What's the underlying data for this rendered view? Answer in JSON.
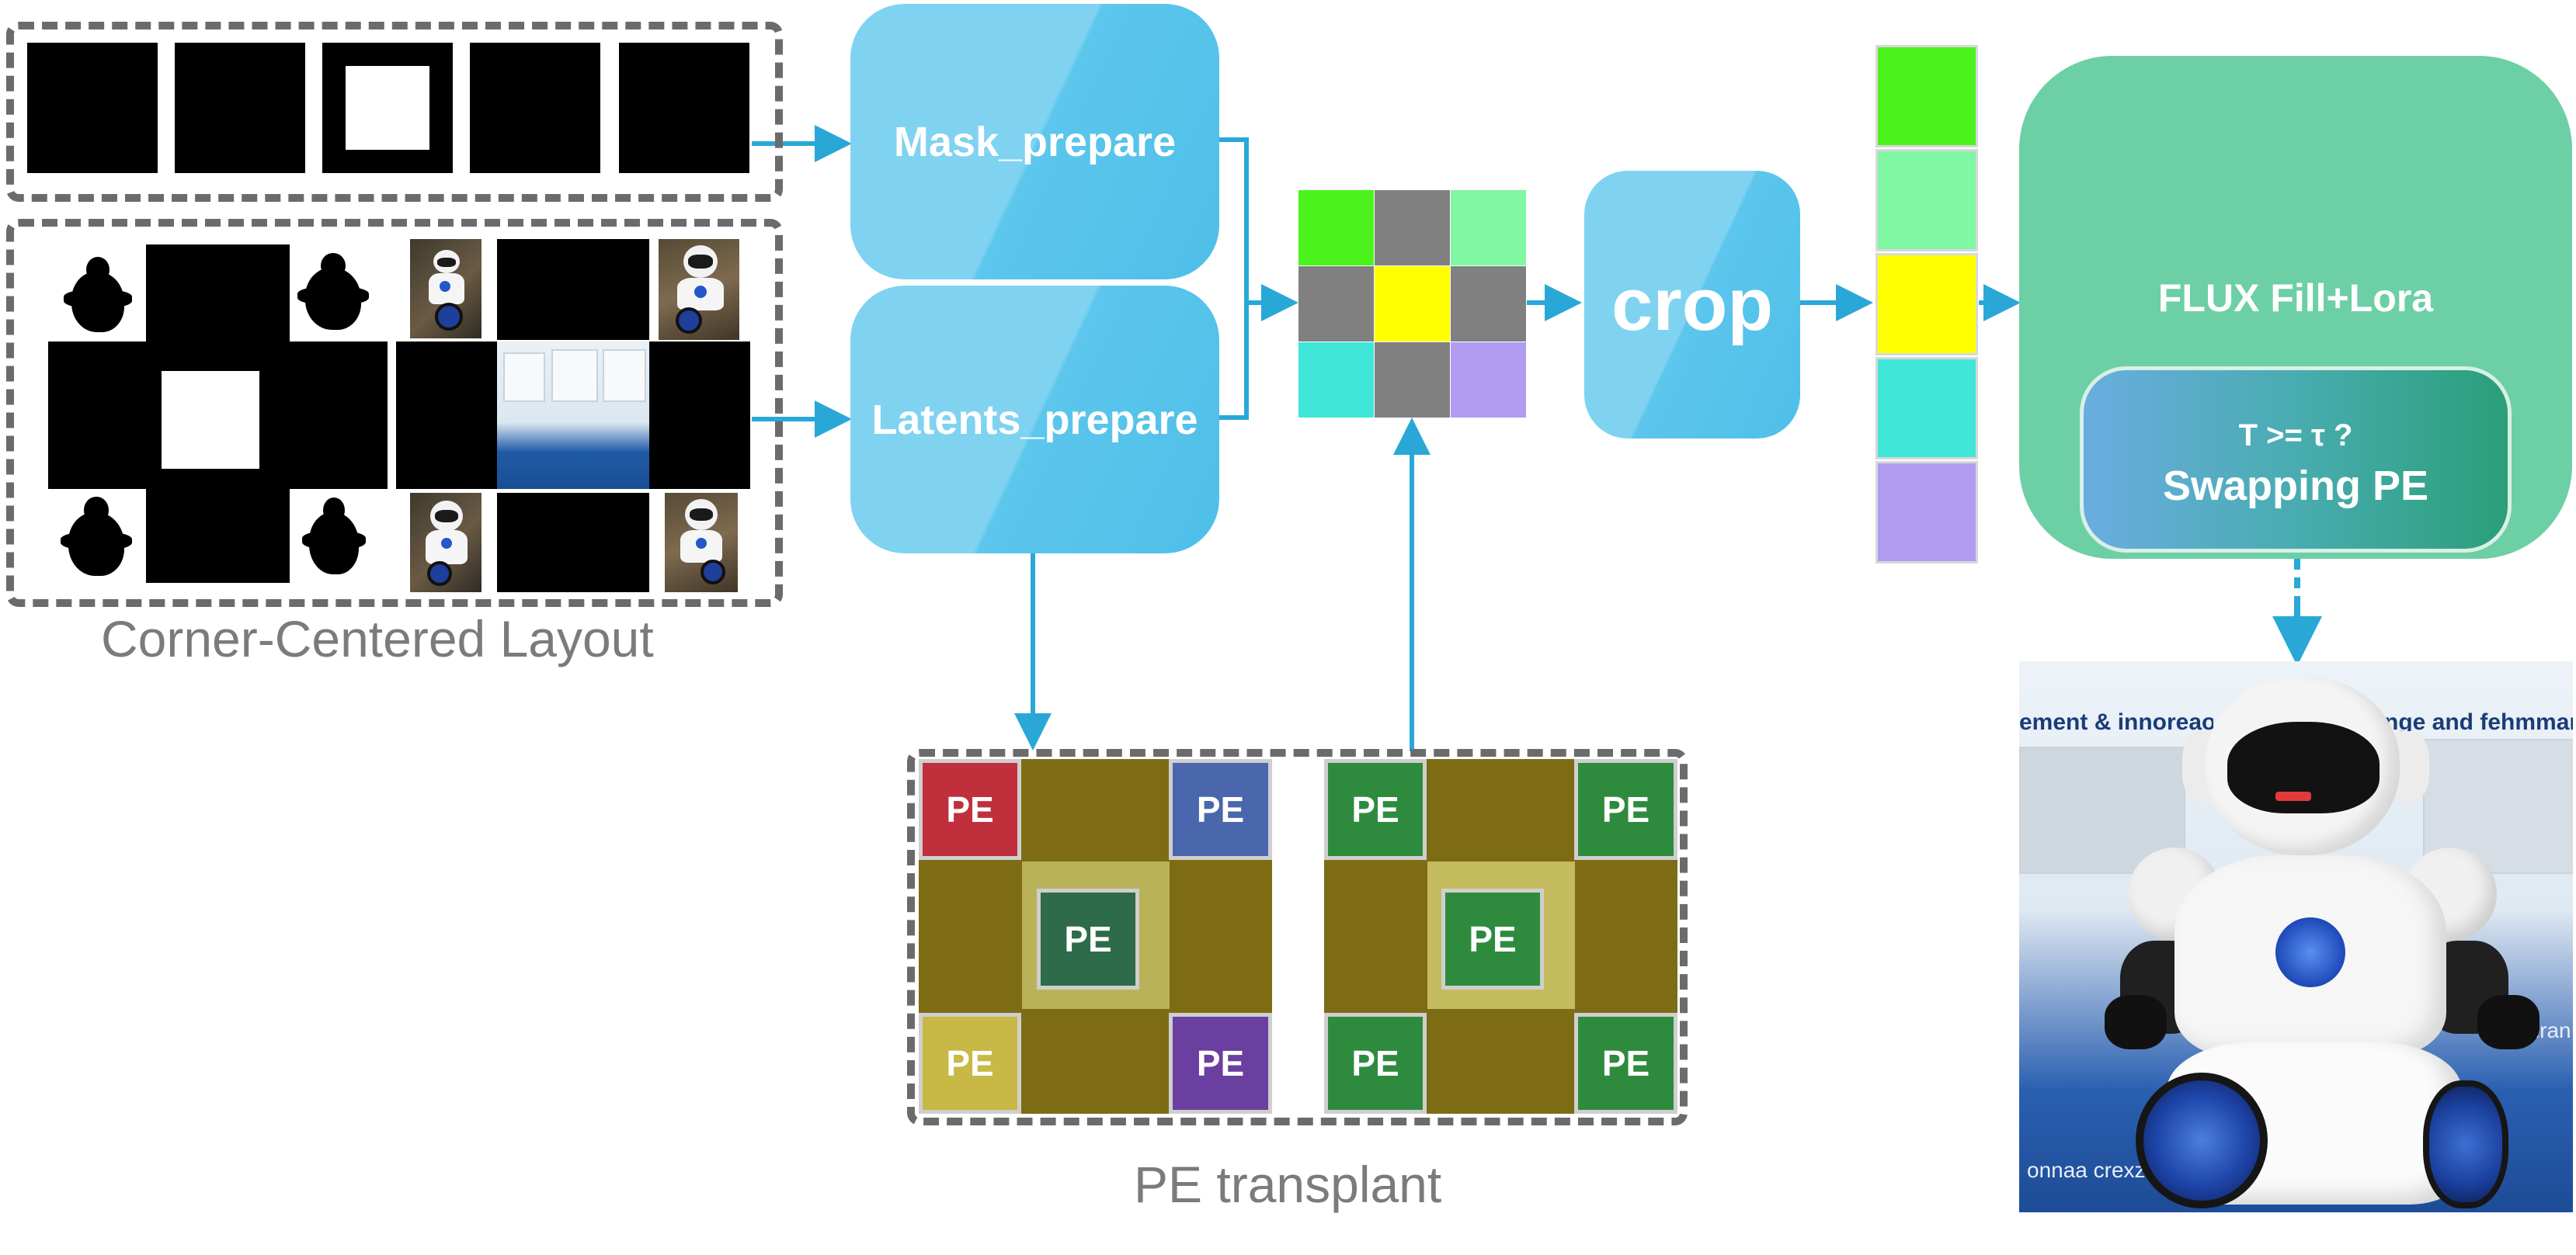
{
  "layout_caption": "Corner-Centered Layout",
  "pe_caption": "PE transplant",
  "mask_prepare_label": "Mask_prepare",
  "latents_prepare_label": "Latents_prepare",
  "crop_label": "crop",
  "flux_label": "FLUX Fill+Lora",
  "swap_condition": "T >= τ ?",
  "swap_label": "Swapping PE",
  "pe_label": "PE",
  "result_banner_left": "ement & innoreaone",
  "result_banner_right": "nge and fehmmanite § M",
  "result_footer_left": "onnaa crexz",
  "result_footer_right": "conran",
  "colors": {
    "process_box": "#6ecdf0",
    "arrow": "#29a8d8",
    "flux_box": "#6dcfa5",
    "green": "#4cf21c",
    "light_green": "#7ff7a3",
    "yellow": "#ffff00",
    "cyan": "#40e6d8",
    "purple": "#b19cf2",
    "gray": "#808080",
    "olive": "#7d6c13",
    "pe_green": "#2e8b3e",
    "pe_red": "#c0303c",
    "pe_blue": "#4a66ad",
    "pe_yellow": "#c8b845",
    "pe_purple": "#6b3fa0"
  }
}
